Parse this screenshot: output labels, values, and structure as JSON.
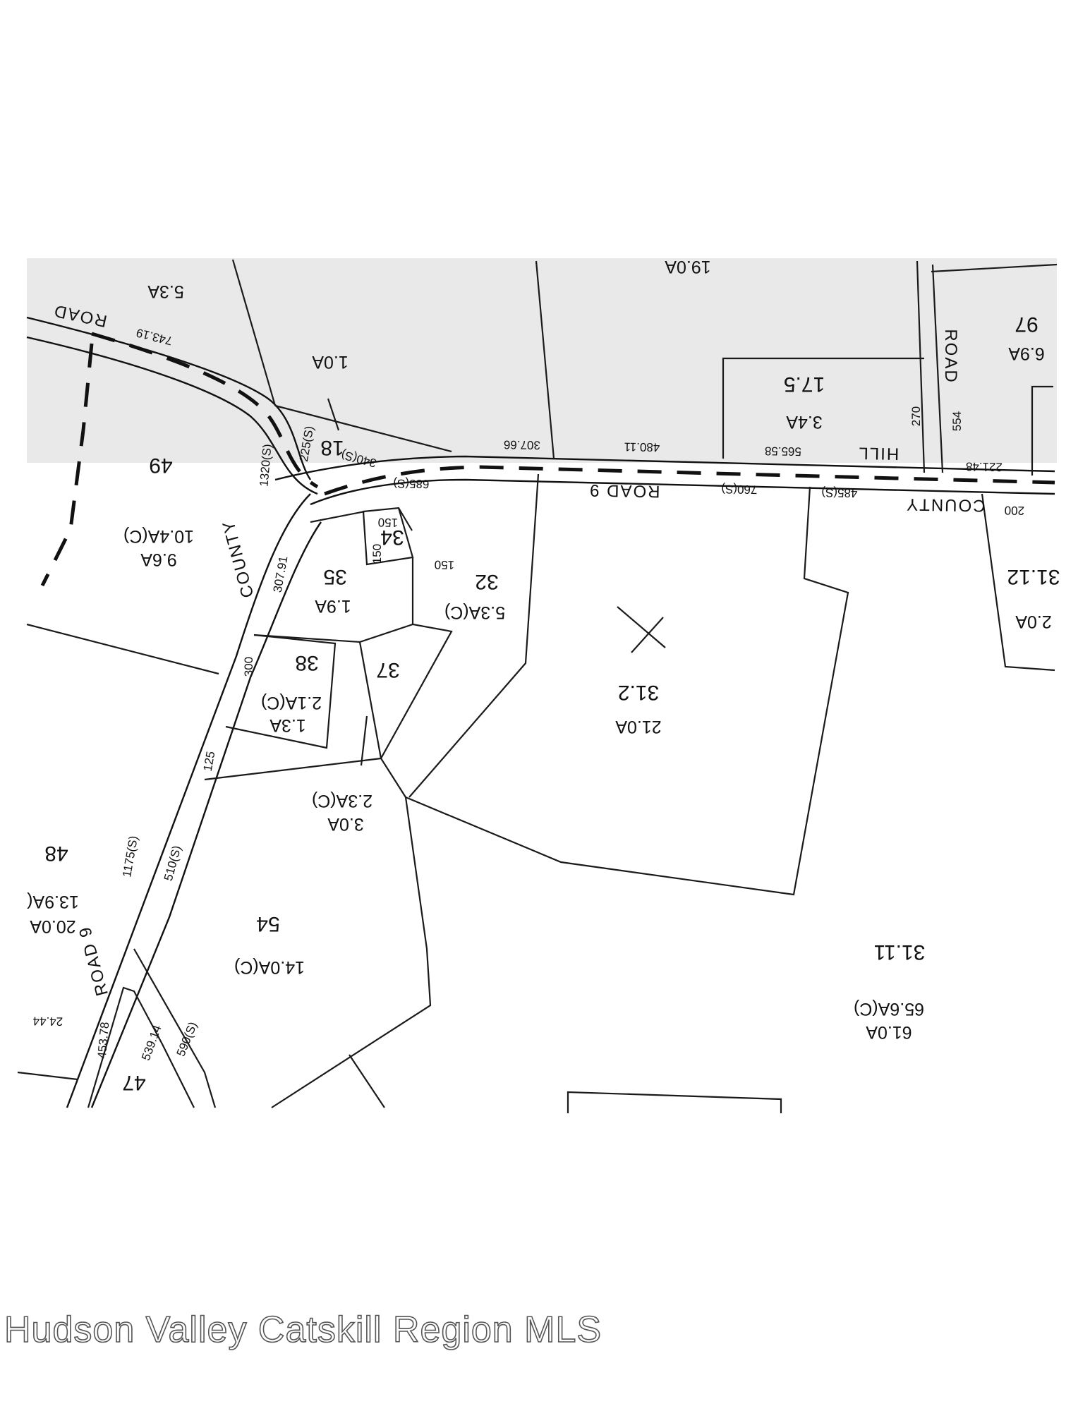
{
  "watermark": "Hudson Valley Catskill Region MLS",
  "map": {
    "orientation": "rotated-180",
    "roads": [
      {
        "name": "COUNTY",
        "prefix": "ROAD"
      },
      {
        "name": "COUNTY ROAD 9"
      },
      {
        "name": "HILL ROAD"
      },
      {
        "name": "COUNTY ROAD 9"
      }
    ],
    "road_labels": {
      "top_left": "ROAD",
      "county_road_left": "COUNTY",
      "road_9_middle": "ROAD 9",
      "county_right": "COUNTY",
      "hill": "HILL",
      "road_right": "ROAD",
      "road_9_left": "ROAD 9"
    },
    "parcels": [
      {
        "id": "49",
        "area": "9.6A",
        "area2": "10.4A(C)"
      },
      {
        "id": "35",
        "area": "1.9A"
      },
      {
        "id": "34"
      },
      {
        "id": "32",
        "area": "5.3A(C)"
      },
      {
        "id": "38",
        "area": "1.3A",
        "area2": "2.1A(C)"
      },
      {
        "id": "37",
        "area": "3.0A",
        "area2": "2.3A(C)"
      },
      {
        "id": "31.2",
        "area": "21.0A"
      },
      {
        "id": "54",
        "area": "14.0A(C)"
      },
      {
        "id": "31.11",
        "area": "61.0A",
        "area2": "65.6A(C)"
      },
      {
        "id": "31.12",
        "area": "2.0A"
      },
      {
        "id": "17.5",
        "area": "3.4A"
      },
      {
        "id": "18",
        "area": "1.0A"
      },
      {
        "id": "97",
        "area": "6.9A"
      },
      {
        "id": "48",
        "area": "20.0A",
        "area2": "13.9A("
      },
      {
        "id": "47"
      },
      {
        "id": "",
        "area": "5.3A"
      },
      {
        "id": "",
        "area": "19.0A"
      }
    ],
    "dimensions": [
      "743.19",
      "1320(S)",
      "225(S)",
      "340(S)",
      "685(S)",
      "307.66",
      "480.11",
      "565.58",
      "270",
      "554",
      "221.48",
      "760(S)",
      "485(S)",
      "200",
      "307.91",
      "150",
      "150",
      "150",
      "300",
      "125",
      "1175(S)",
      "510(S)",
      "24.44",
      "453.78",
      "539.14",
      "590(S)"
    ]
  }
}
